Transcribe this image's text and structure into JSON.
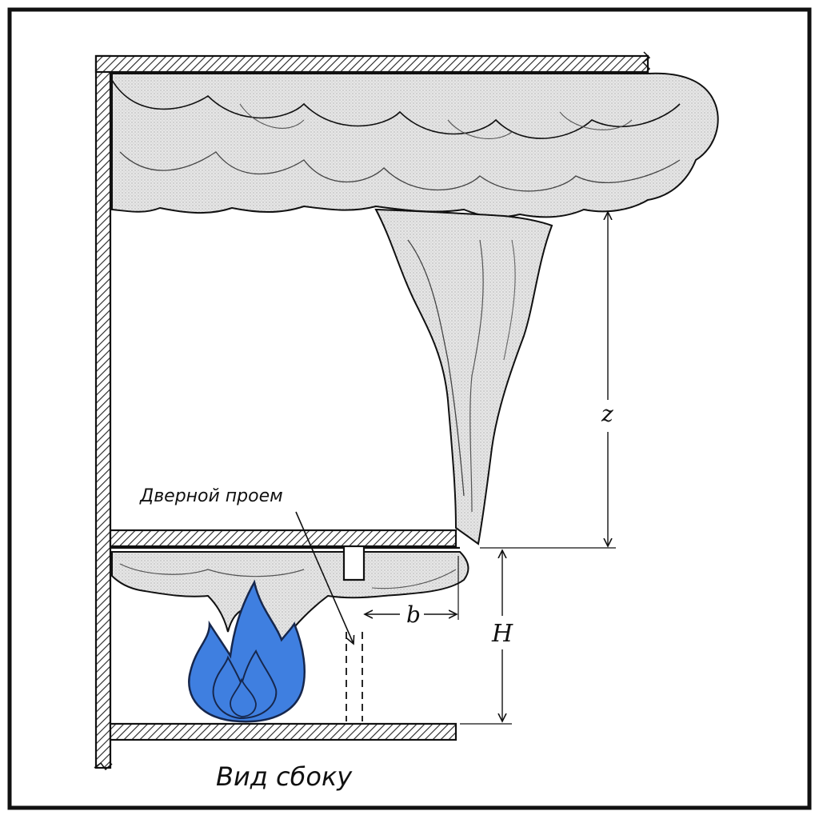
{
  "labels": {
    "doorway": "Дверной проем",
    "side_view": "Вид сбоку",
    "dim_z": "z",
    "dim_b": "b",
    "dim_H": "H"
  },
  "colors": {
    "frame": "#111111",
    "smoke_fill": "#e4e4e4",
    "smoke_light": "#f2f2f2",
    "smoke_shadow": "#c8c8c8",
    "flame_fill": "#3f7fe0",
    "flame_outline": "#16274d",
    "hatch": "#222222"
  }
}
